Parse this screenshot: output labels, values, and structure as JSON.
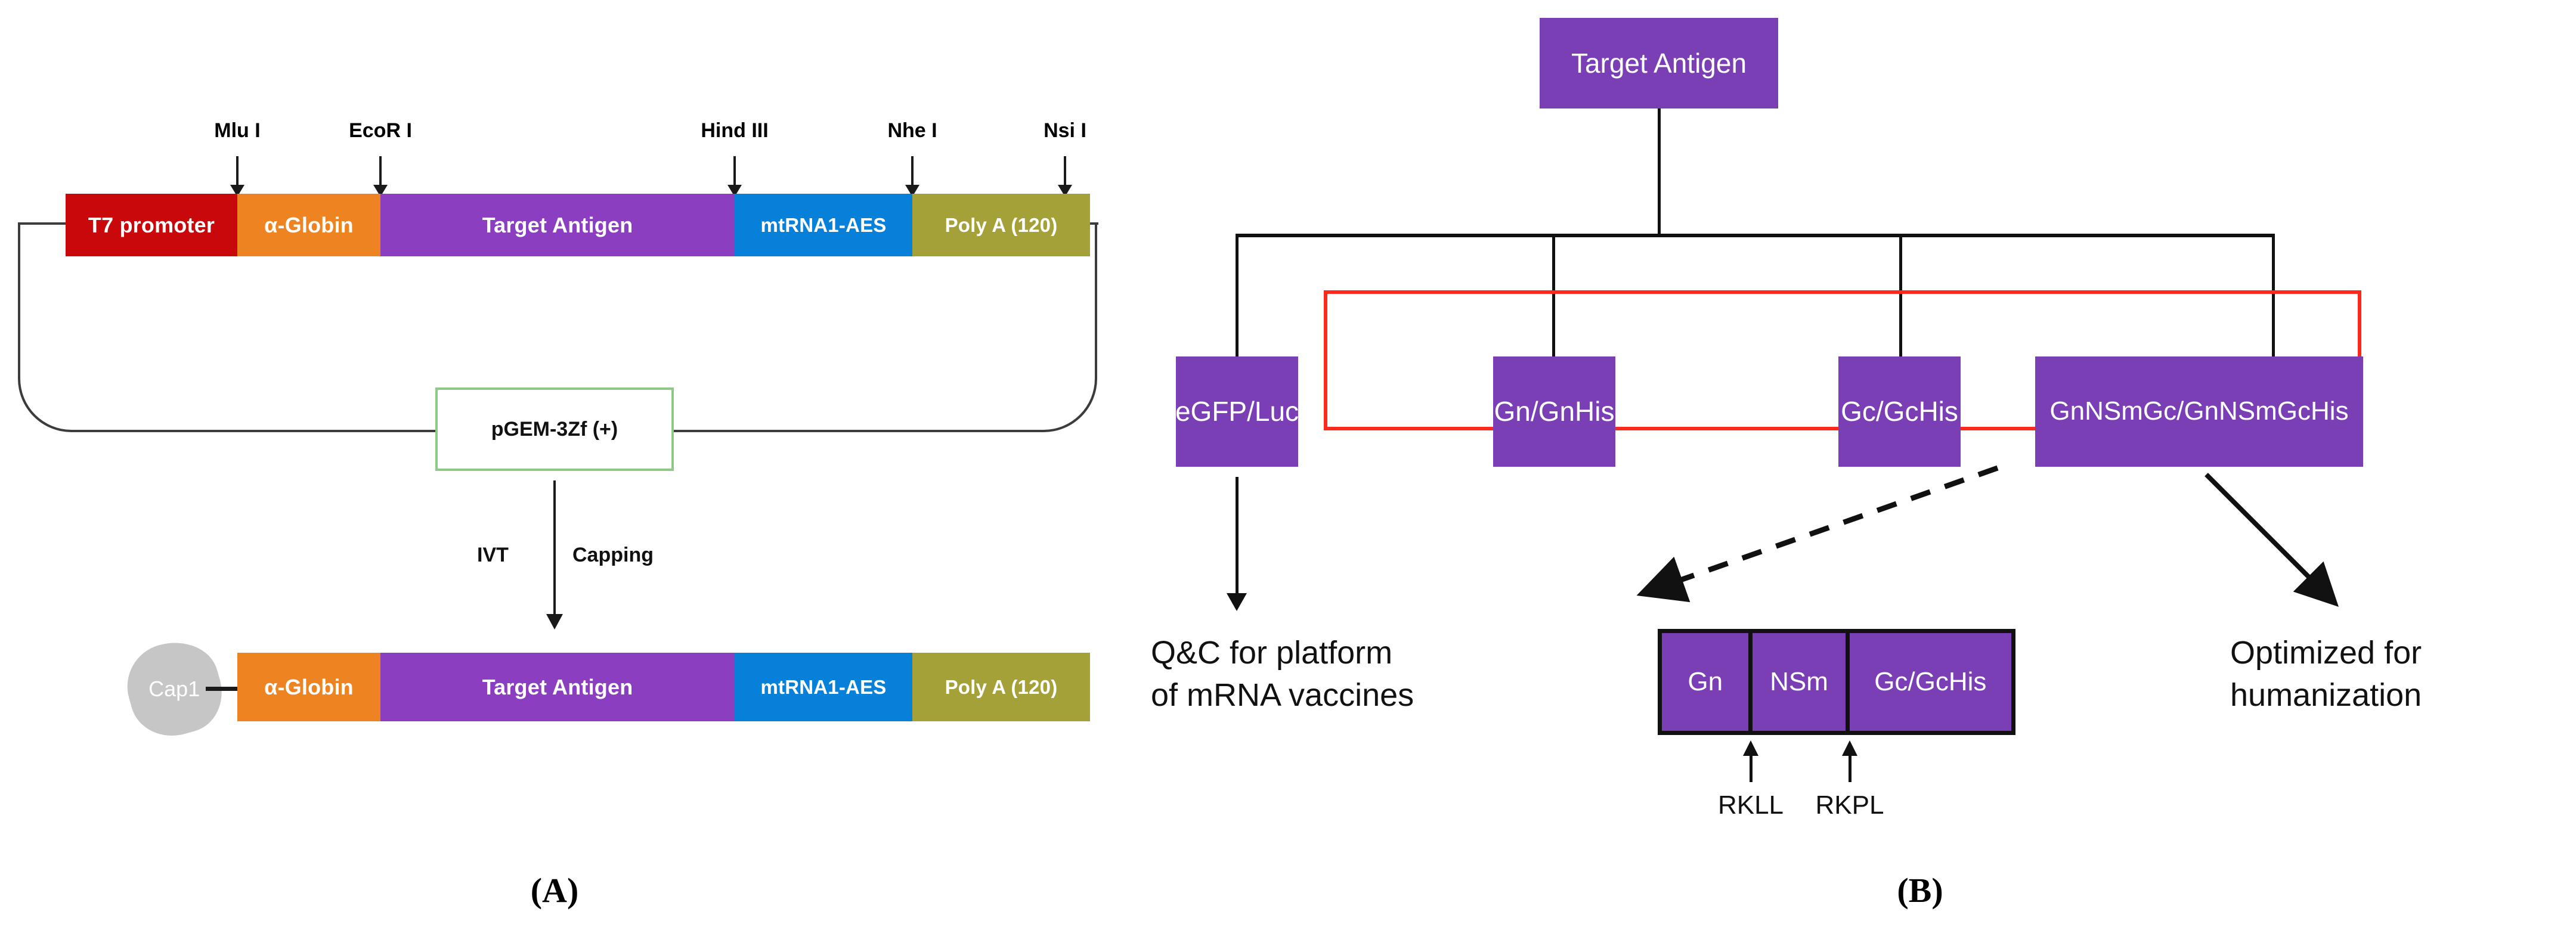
{
  "figure": {
    "panels": [
      {
        "id": "A",
        "caption": "(A)"
      },
      {
        "id": "B",
        "caption": "(B)"
      }
    ]
  },
  "colors": {
    "t7_promoter": "#C8080A",
    "alpha_globin": "#EE8322",
    "target_antigen": "#8B3FC0",
    "mtrna1_aes": "#0680D8",
    "poly_a": "#A3A137",
    "cap1": "#C6C6C6",
    "plasmid_border": "#8EC98A",
    "node_purple": "#7B3FB5",
    "highlight_red": "#FC2A1C",
    "line_black": "#111111"
  },
  "panel_a": {
    "dna_construct": {
      "segments": [
        {
          "label": "T7 promoter",
          "color": "#C8080A"
        },
        {
          "label": "α-Globin",
          "color": "#EE8322"
        },
        {
          "label": "Target Antigen",
          "color": "#8B3FC0"
        },
        {
          "label": "mtRNA1-AES",
          "color": "#0680D8"
        },
        {
          "label": "Poly A (120)",
          "color": "#A3A137"
        }
      ],
      "restriction_sites": [
        "Mlu I",
        "EcoR I",
        "Hind III",
        "Nhe I",
        "Nsi I"
      ]
    },
    "plasmid": {
      "label": "pGEM-3Zf (+)"
    },
    "process": {
      "left_label": "IVT",
      "right_label": "Capping"
    },
    "mrna_construct": {
      "cap": "Cap1",
      "segments": [
        {
          "label": "α-Globin",
          "color": "#EE8322"
        },
        {
          "label": "Target Antigen",
          "color": "#8B3FC0"
        },
        {
          "label": "mtRNA1-AES",
          "color": "#0680D8"
        },
        {
          "label": "Poly A (120)",
          "color": "#A3A137"
        }
      ]
    }
  },
  "panel_b": {
    "root": {
      "label": "Target Antigen"
    },
    "children": [
      {
        "label": "eGFP/Luc",
        "highlighted": false
      },
      {
        "label": "Gn/GnHis",
        "highlighted": true
      },
      {
        "label": "Gc/GcHis",
        "highlighted": true
      },
      {
        "label": "GnNSmGc/GnNSmGcHis",
        "highlighted": true
      }
    ],
    "outcomes": [
      {
        "label": "Q&C for platform\nof mRNA vaccines"
      },
      {
        "label": "Optimized for\nhumanization"
      }
    ],
    "polyprotein": {
      "cells": [
        "Gn",
        "NSm",
        "Gc/GcHis"
      ],
      "cleavage_sites": [
        "RKLL",
        "RKPL"
      ]
    }
  }
}
